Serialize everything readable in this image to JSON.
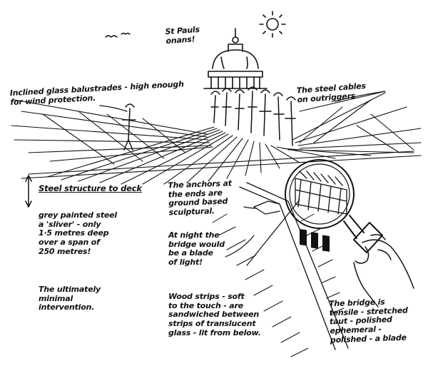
{
  "annotations": {
    "st_pauls": "St Pauls\nonans!",
    "glass_balustrades": "Inclined glass balustrades - high enough\nfor wind protection.",
    "steel_cables": "The steel cables\non outriggers",
    "steel_structure": "Steel structure to deck",
    "grey_steel": "grey painted steel\na 'sliver' - only\n1·5 metres deep\nover a span of\n250 metres!",
    "minimal": "The ultimately\nminimal\nintervention.",
    "anchors": "The anchors at\nthe ends are\nground based\nsculptural.",
    "night": "At night the\nbridge would\nbe a blade\nof light!",
    "wood_strips": "Wood strips - soft\nto the touch - are\nsandwiched between\nstrips of translucent\nglass - lit from below.",
    "tensile": "The bridge is\ntensile - stretched\ntaut - polished\nephemeral -\npolished - a blade"
  },
  "colors": {
    "ink": "#111111",
    "paper": "#ffffff"
  }
}
